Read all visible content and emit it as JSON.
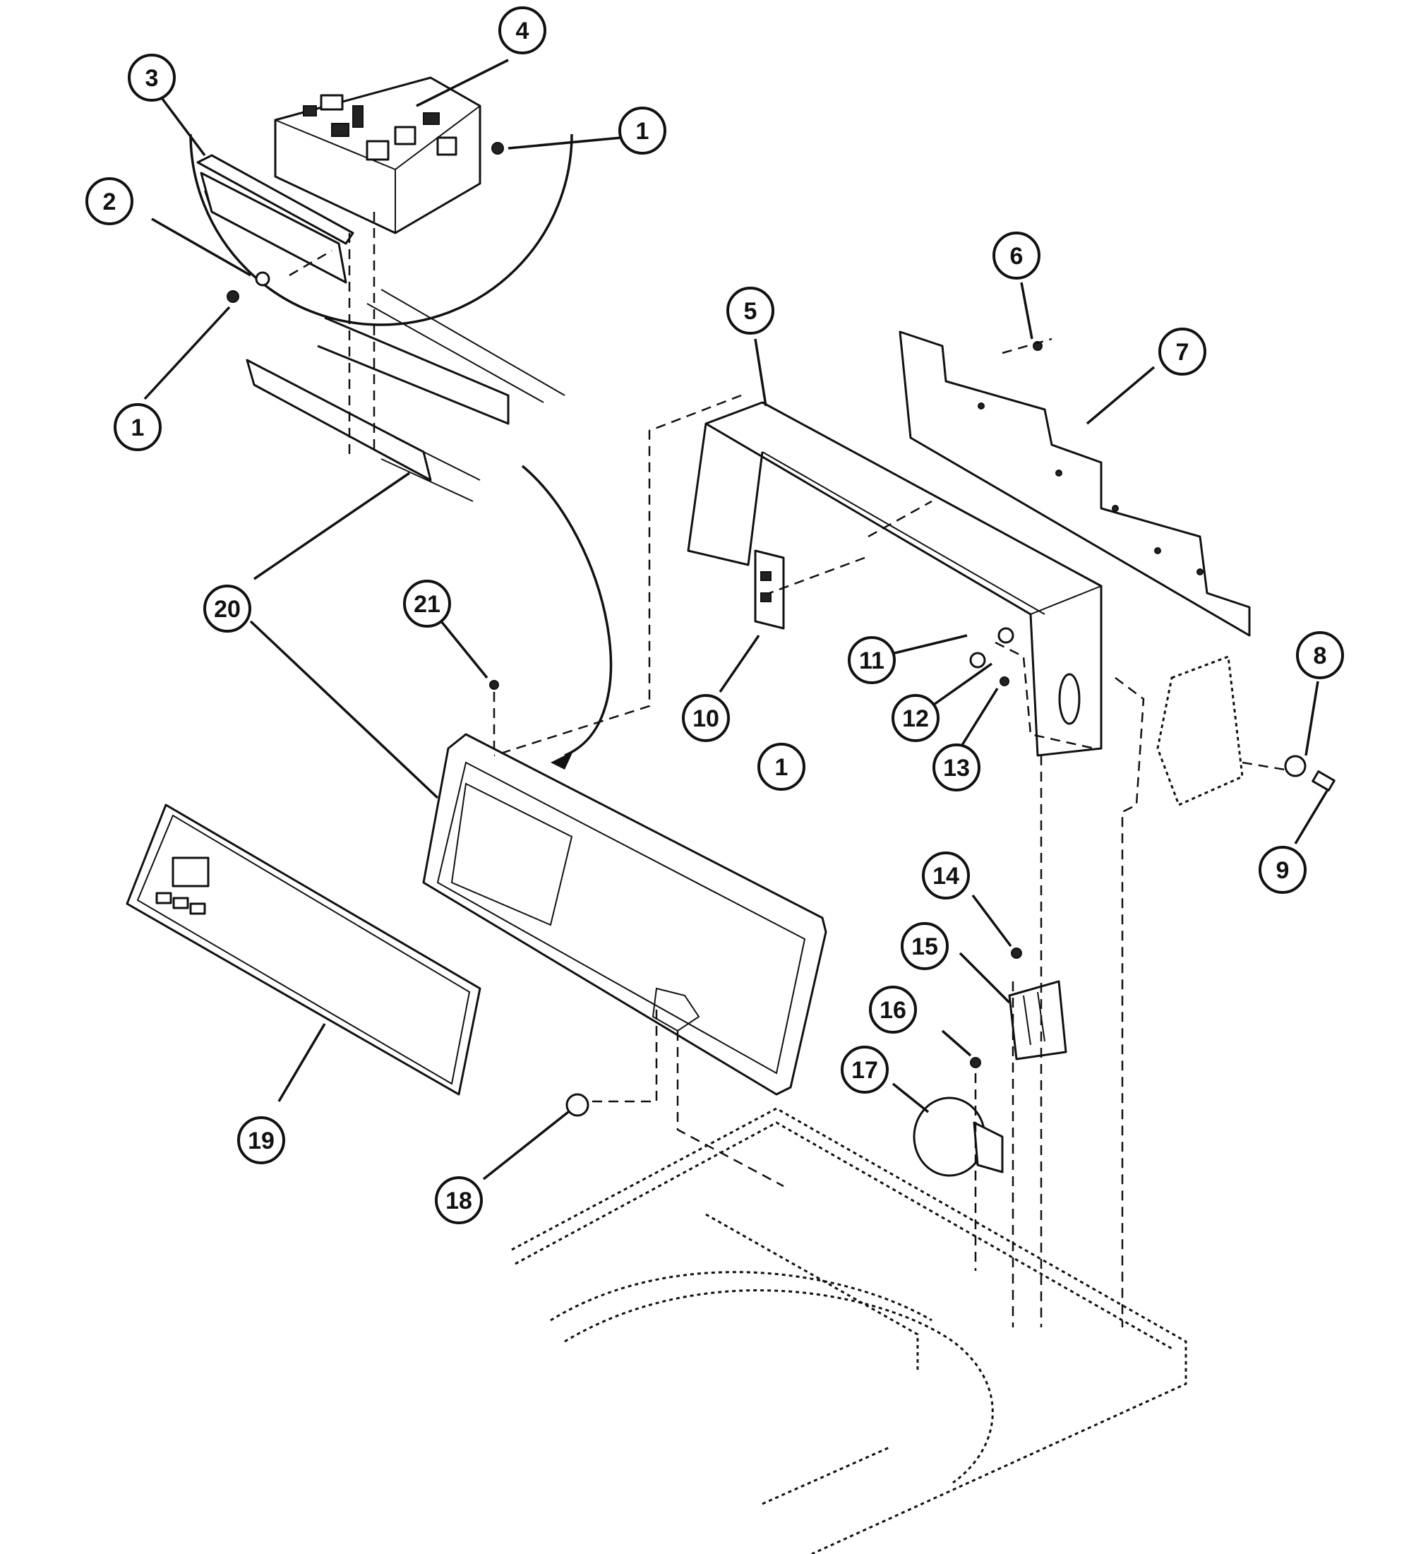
{
  "diagram": {
    "callouts": [
      {
        "id": "c1a",
        "label": "1"
      },
      {
        "id": "c2",
        "label": "2"
      },
      {
        "id": "c3",
        "label": "3"
      },
      {
        "id": "c4",
        "label": "4"
      },
      {
        "id": "c1b",
        "label": "1"
      },
      {
        "id": "c5",
        "label": "5"
      },
      {
        "id": "c6",
        "label": "6"
      },
      {
        "id": "c7",
        "label": "7"
      },
      {
        "id": "c8",
        "label": "8"
      },
      {
        "id": "c9",
        "label": "9"
      },
      {
        "id": "c10",
        "label": "10"
      },
      {
        "id": "c1c",
        "label": "1"
      },
      {
        "id": "c11",
        "label": "11"
      },
      {
        "id": "c12",
        "label": "12"
      },
      {
        "id": "c13",
        "label": "13"
      },
      {
        "id": "c14",
        "label": "14"
      },
      {
        "id": "c15",
        "label": "15"
      },
      {
        "id": "c16",
        "label": "16"
      },
      {
        "id": "c17",
        "label": "17"
      },
      {
        "id": "c18",
        "label": "18"
      },
      {
        "id": "c19",
        "label": "19"
      },
      {
        "id": "c20",
        "label": "20"
      },
      {
        "id": "c21",
        "label": "21"
      }
    ]
  }
}
